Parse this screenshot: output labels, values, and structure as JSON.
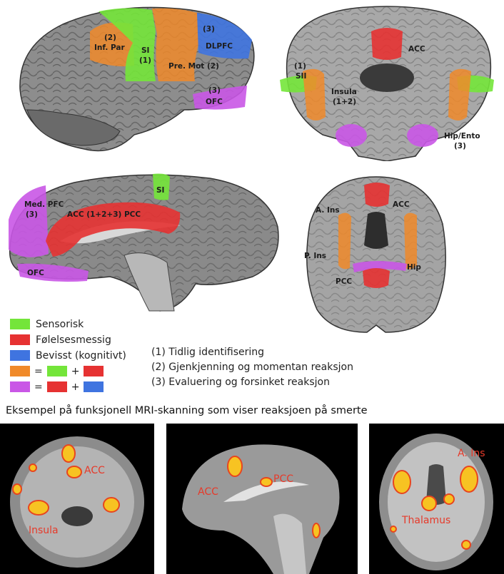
{
  "colors": {
    "sensory": "#74e53a",
    "emotional": "#e63232",
    "conscious": "#3f74e0",
    "orange_mix": "#f08a2a",
    "purple_mix": "#c957e6"
  },
  "legend": {
    "items": [
      {
        "label": "Sensorisk",
        "color": "#74e53a"
      },
      {
        "label": "Følelsesmessig",
        "color": "#e63232"
      },
      {
        "label": "Bevisst (kognitivt)",
        "color": "#3f74e0"
      }
    ],
    "equations": [
      {
        "result": "#f08a2a",
        "eq": "=",
        "a": "#74e53a",
        "plus": "+",
        "b": "#e63232"
      },
      {
        "result": "#c957e6",
        "eq": "=",
        "a": "#e63232",
        "plus": "+",
        "b": "#3f74e0"
      }
    ]
  },
  "stages": [
    "(1) Tidlig identifisering",
    "(2) Gjenkjenning og momentan reaksjon",
    "(3) Evaluering og forsinket reaksjon"
  ],
  "lateral": {
    "inf_par": "Inf. Par",
    "inf_par_num": "(2)",
    "si": "SI",
    "si_num": "(1)",
    "dlpfc": "DLPFC",
    "dlpfc_num": "(3)",
    "premot": "Pre. Mot (2)",
    "ofc_num": "(3)",
    "ofc": "OFC"
  },
  "coronal": {
    "acc": "ACC",
    "sii_num": "(1)",
    "sii": "SII",
    "insula": "Insula",
    "insula_num": "(1+2)",
    "hip": "Hip/Ento",
    "hip_num": "(3)"
  },
  "medial": {
    "si": "SI",
    "med_pfc": "Med. PFC",
    "med_pfc_num": "(3)",
    "acc_pcc": "ACC (1+2+3) PCC",
    "ofc": "OFC"
  },
  "axial": {
    "acc": "ACC",
    "a_ins": "A. Ins",
    "p_ins": "P. Ins",
    "pcc": "PCC",
    "hip": "Hip"
  },
  "caption": "Eksempel på funksjonell MRI-skanning som viser reaksjoen på smerte",
  "fmri": {
    "coronal": {
      "acc": "ACC",
      "insula": "Insula"
    },
    "sagittal": {
      "acc": "ACC",
      "pcc": "PCC"
    },
    "axial": {
      "a_ins": "A. Ins",
      "thalamus": "Thalamus"
    }
  }
}
